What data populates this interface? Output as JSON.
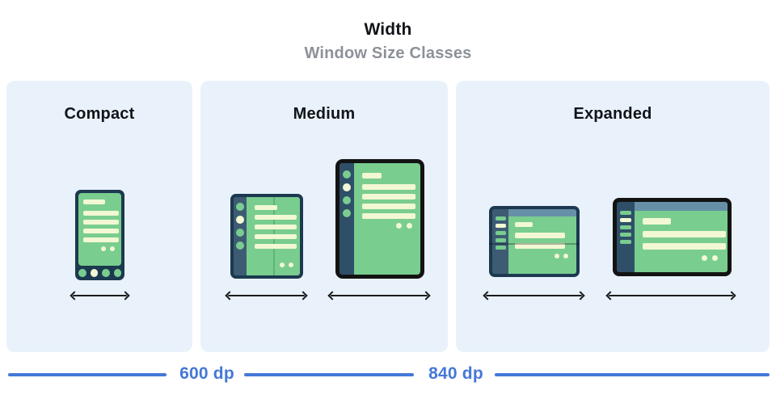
{
  "header": {
    "title": "Width",
    "subtitle": "Window Size Classes"
  },
  "panels": [
    {
      "label": "Compact",
      "devices": [
        "phone"
      ]
    },
    {
      "label": "Medium",
      "devices": [
        "foldable-portrait",
        "tablet-portrait"
      ]
    },
    {
      "label": "Expanded",
      "devices": [
        "foldable-landscape",
        "desktop-display"
      ]
    }
  ],
  "breakpoints": [
    {
      "label": "600 dp"
    },
    {
      "label": "840 dp"
    }
  ],
  "colors": {
    "page_bg": "#ffffff",
    "panel_bg": "#e9f2fb",
    "title_color": "#111418",
    "subtitle_color": "#8c9199",
    "accent_blue": "#4478d8",
    "screen_green": "#79cd8f",
    "line_cream": "#f2f8d3",
    "frame_navy": "#1c3950",
    "frame_black": "#131313",
    "rail_slate": "#3d5c74",
    "rail_navy": "#2f4f68",
    "topbar_steel": "#6690a8",
    "fold_green": "#5fb27a",
    "arrow_color": "#1a1a1a"
  }
}
